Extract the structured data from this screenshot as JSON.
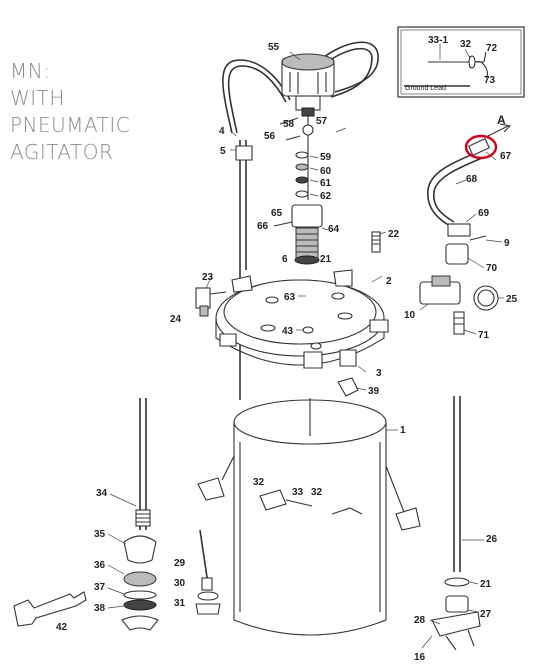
{
  "caption": {
    "lines": [
      "MN:",
      "WITH",
      "PNEUMATIC",
      "AGITATOR"
    ]
  },
  "inset": {
    "ground_lead_label": "Ground Lead",
    "labels": [
      "33-1",
      "32",
      "72",
      "73"
    ]
  },
  "flow_label": "A",
  "highlight_color": "#d0021b",
  "part_numbers": [
    "55",
    "58",
    "57",
    "4",
    "5",
    "56",
    "59",
    "60",
    "61",
    "62",
    "65",
    "66",
    "64",
    "21",
    "6",
    "22",
    "63",
    "23",
    "24",
    "43",
    "2",
    "3",
    "39",
    "1",
    "67",
    "68",
    "69",
    "9",
    "70",
    "10",
    "25",
    "71",
    "34",
    "35",
    "36",
    "37",
    "38",
    "42",
    "32",
    "33",
    "29",
    "30",
    "31",
    "26",
    "27",
    "28",
    "16"
  ]
}
